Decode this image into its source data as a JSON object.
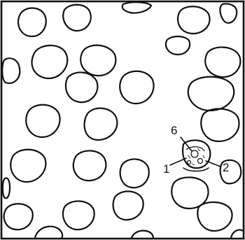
{
  "figure": {
    "labels": [
      "6",
      "1",
      "2"
    ],
    "colors": {
      "ink": "#111111",
      "paper": "#ffffff"
    }
  }
}
